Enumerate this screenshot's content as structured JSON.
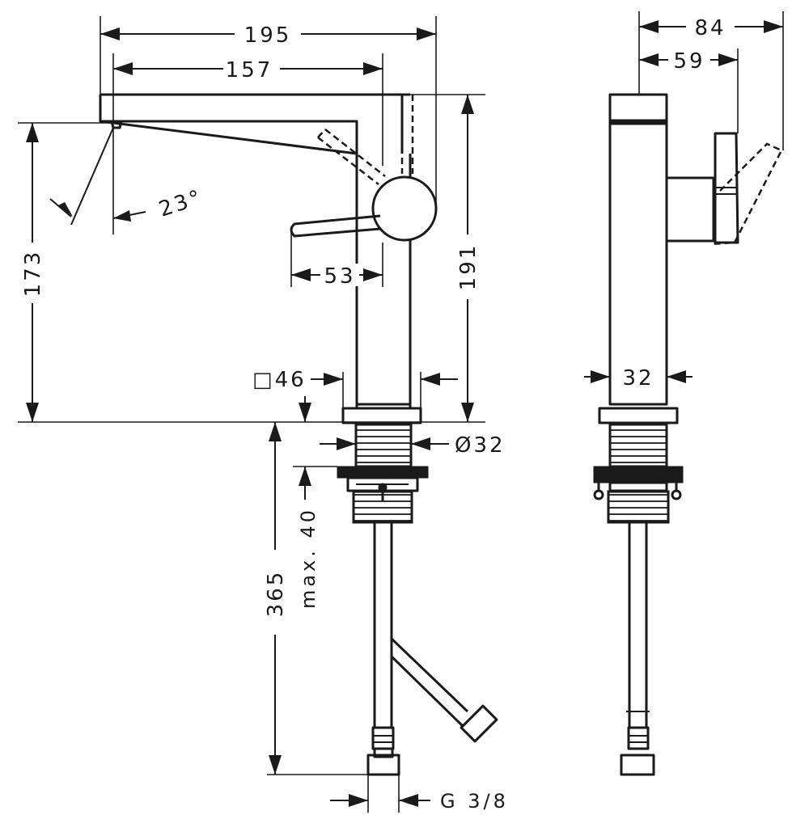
{
  "dimensions": {
    "overall_reach": "195",
    "spout_reach": "157",
    "spout_angle": "23°",
    "lever_length": "53",
    "spout_height": "173",
    "total_height": "191",
    "body_square": "□46",
    "thread_diameter": "Ø32",
    "max_counter_thickness": "max. 40",
    "hose_length": "365",
    "connection_thread": "G 3/8",
    "side_depth_total": "84",
    "side_depth_body": "59",
    "side_body_width": "32"
  }
}
